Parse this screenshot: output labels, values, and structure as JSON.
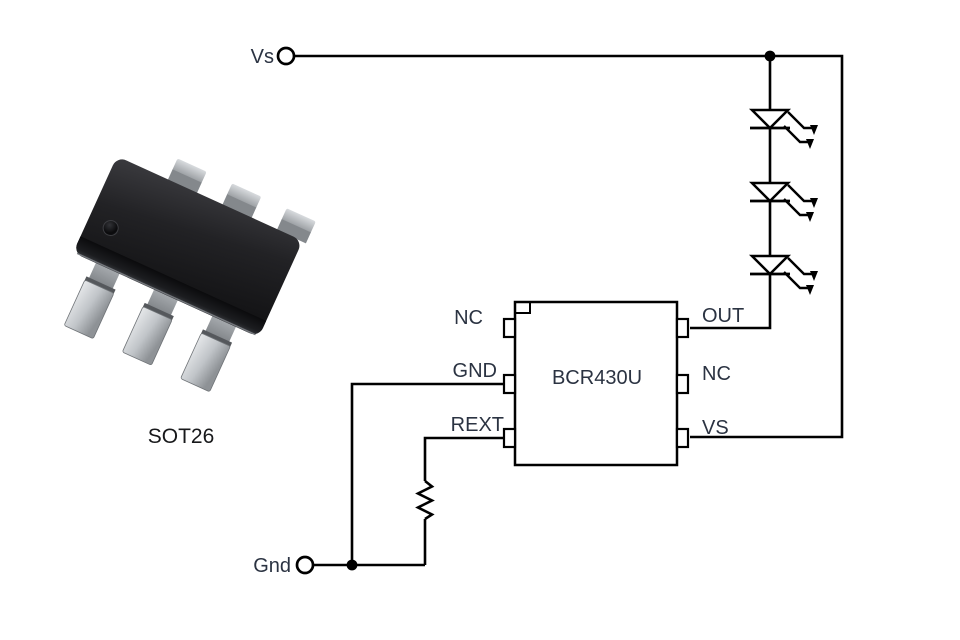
{
  "figure": {
    "package": {
      "name": "SOT26"
    },
    "schematic": {
      "ic_name": "BCR430U",
      "pins": {
        "left": [
          "NC",
          "GND",
          "REXT"
        ],
        "right": [
          "OUT",
          "NC",
          "VS"
        ]
      },
      "terminals": {
        "supply": "Vs",
        "ground": "Gnd"
      },
      "led_series_count": 3,
      "colors": {
        "wire": "#000000",
        "label": "#2b3342",
        "package_body": "#1d1d20",
        "package_lead": "#c3c7cb",
        "background": "#ffffff"
      }
    }
  }
}
